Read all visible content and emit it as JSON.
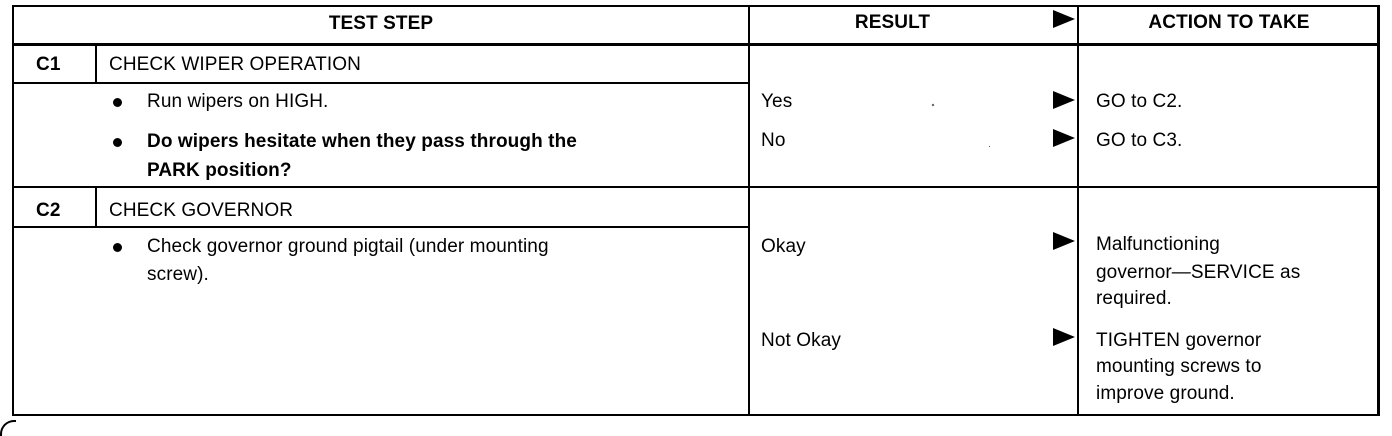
{
  "header": {
    "test_step": "TEST STEP",
    "result": "RESULT",
    "action": "ACTION TO TAKE"
  },
  "steps": [
    {
      "code": "C1",
      "title": "CHECK WIPER OPERATION",
      "items": [
        {
          "line1": "Run wipers on HIGH.",
          "line2": ""
        },
        {
          "line1": "Do wipers hesitate when they pass through the",
          "line2": "PARK position?"
        }
      ],
      "results": [
        {
          "result": "Yes",
          "action_lines": [
            "GO to C2."
          ]
        },
        {
          "result": "No",
          "action_lines": [
            "GO to C3."
          ]
        }
      ]
    },
    {
      "code": "C2",
      "title": "CHECK GOVERNOR",
      "items": [
        {
          "line1": "Check governor ground pigtail (under mounting",
          "line2": "screw)."
        }
      ],
      "results": [
        {
          "result": "Okay",
          "action_lines": [
            "Malfunctioning",
            "governor—SERVICE as",
            "required."
          ]
        },
        {
          "result": "Not Okay",
          "action_lines": [
            "TIGHTEN governor",
            "mounting screws to",
            "improve ground."
          ]
        }
      ]
    }
  ]
}
